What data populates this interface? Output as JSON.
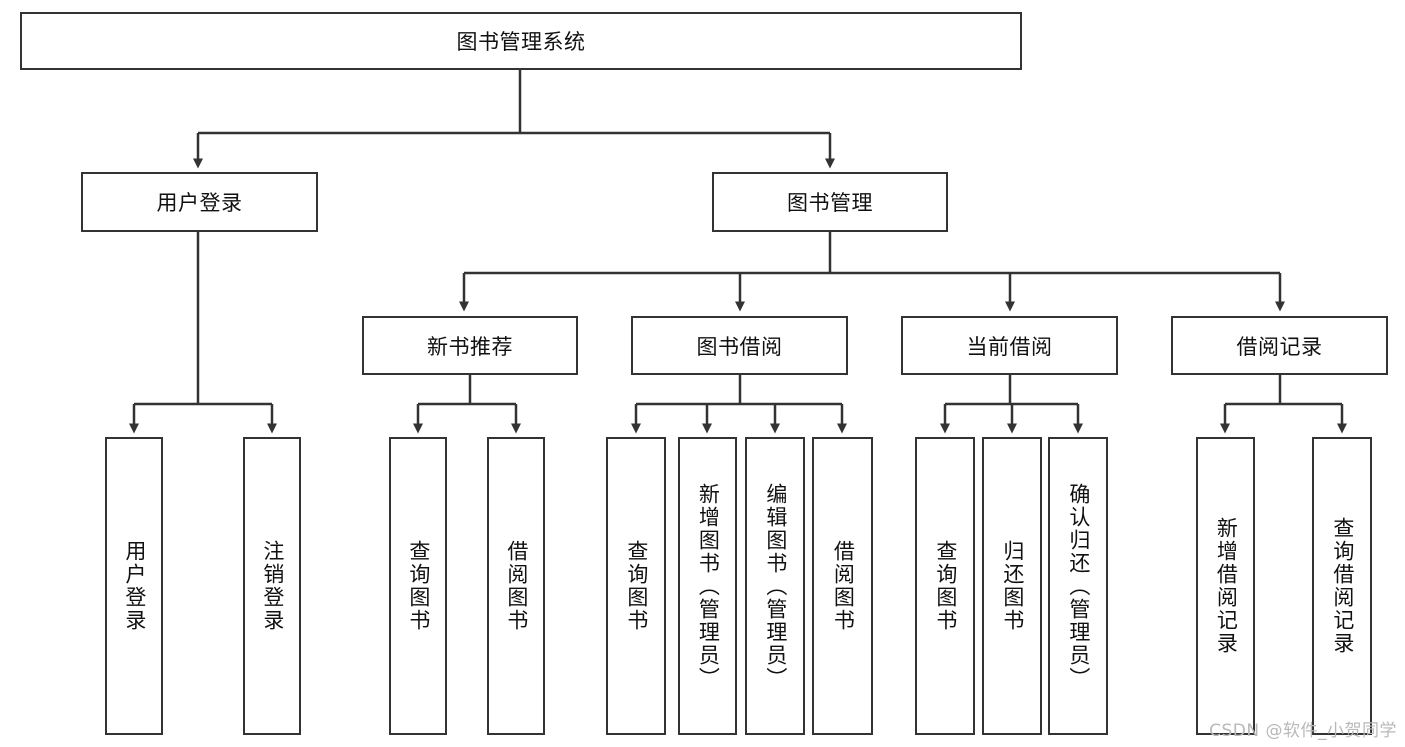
{
  "diagram": {
    "title": "图书管理系统",
    "watermark": "CSDN @软件_小贺同学",
    "colors": {
      "box_border": "#333333",
      "box_fill": "#ffffff",
      "edge": "#333333",
      "text": "#111111",
      "watermark": "#b9b9b9",
      "background": "#ffffff"
    },
    "nodes": {
      "root": {
        "label": "图书管理系统",
        "orientation": "horizontal",
        "level": 1
      },
      "l2": [
        {
          "id": "user-login",
          "label": "用户登录",
          "orientation": "horizontal",
          "level": 2
        },
        {
          "id": "book-management",
          "label": "图书管理",
          "orientation": "horizontal",
          "level": 2
        }
      ],
      "l3": [
        {
          "id": "new-book-recommend",
          "label": "新书推荐",
          "orientation": "horizontal",
          "level": 3
        },
        {
          "id": "book-borrow",
          "label": "图书借阅",
          "orientation": "horizontal",
          "level": 3
        },
        {
          "id": "current-borrow",
          "label": "当前借阅",
          "orientation": "horizontal",
          "level": 3
        },
        {
          "id": "borrow-record",
          "label": "借阅记录",
          "orientation": "horizontal",
          "level": 3
        }
      ],
      "leaves": {
        "user_login": [
          {
            "id": "leaf-user-login",
            "label": "用户登录",
            "orientation": "vertical"
          },
          {
            "id": "leaf-logout-login",
            "label": "注销登录",
            "orientation": "vertical"
          }
        ],
        "new_book_recommend": [
          {
            "id": "leaf-query-book-1",
            "label": "查询图书",
            "orientation": "vertical"
          },
          {
            "id": "leaf-borrow-book-1",
            "label": "借阅图书",
            "orientation": "vertical"
          }
        ],
        "book_borrow": [
          {
            "id": "leaf-query-book-2",
            "label": "查询图书",
            "orientation": "vertical"
          },
          {
            "id": "leaf-add-book-admin",
            "label": "新增图书（管理员）",
            "orientation": "vertical"
          },
          {
            "id": "leaf-edit-book-admin",
            "label": "编辑图书（管理员）",
            "orientation": "vertical"
          },
          {
            "id": "leaf-borrow-book-2",
            "label": "借阅图书",
            "orientation": "vertical"
          }
        ],
        "current_borrow": [
          {
            "id": "leaf-query-book-3",
            "label": "查询图书",
            "orientation": "vertical"
          },
          {
            "id": "leaf-return-book",
            "label": "归还图书",
            "orientation": "vertical"
          },
          {
            "id": "leaf-confirm-return-admin",
            "label": "确认归还（管理员）",
            "orientation": "vertical"
          }
        ],
        "borrow_record": [
          {
            "id": "leaf-add-borrow-record",
            "label": "新增借阅记录",
            "orientation": "vertical"
          },
          {
            "id": "leaf-query-borrow-record",
            "label": "查询借阅记录",
            "orientation": "vertical"
          }
        ]
      }
    }
  }
}
